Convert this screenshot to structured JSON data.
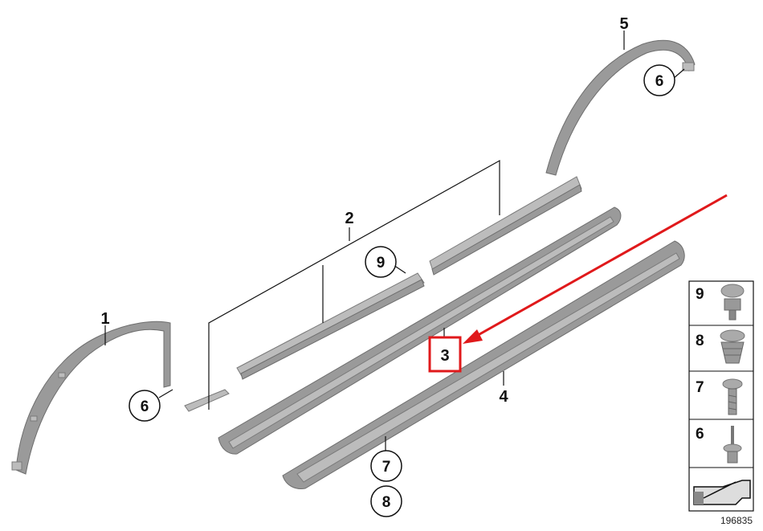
{
  "callouts": {
    "p1": "1",
    "p2": "2",
    "p3": "3",
    "p4": "4",
    "p5": "5",
    "c6a": "6",
    "c6b": "6",
    "c7": "7",
    "c8": "8",
    "c9": "9"
  },
  "legend": {
    "items": [
      {
        "num": "9",
        "icon": "push-rivet-icon"
      },
      {
        "num": "8",
        "icon": "expanding-clip-icon"
      },
      {
        "num": "7",
        "icon": "screw-clip-icon"
      },
      {
        "num": "6",
        "icon": "pin-clip-icon"
      }
    ],
    "arrow_icon": "direction-arrow-icon"
  },
  "diagram_id": "196835",
  "colors": {
    "highlight": "#e0191b",
    "part": "#9a9a9a"
  }
}
